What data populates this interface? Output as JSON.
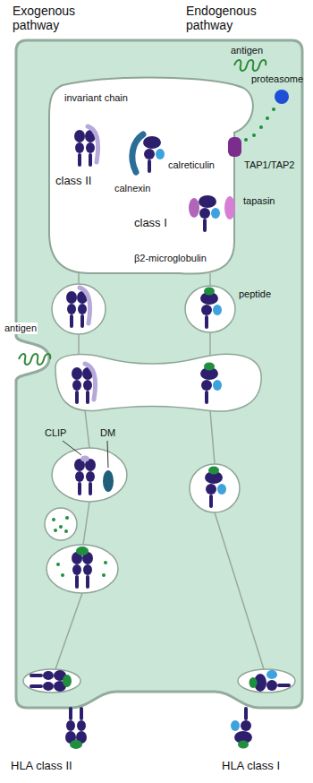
{
  "diagram": {
    "labels": [
      "Exogenous pathway",
      "Endogenous pathway",
      "antigen",
      "proteasome",
      "invariant chain",
      "calnexin",
      "calreticulin",
      "TAP1/TAP2",
      "tapasin",
      "class II",
      "class I",
      "β2-microglobulin",
      "peptide",
      "antigen",
      "CLIP",
      "DM",
      "HLA class II",
      "HLA class I"
    ]
  }
}
